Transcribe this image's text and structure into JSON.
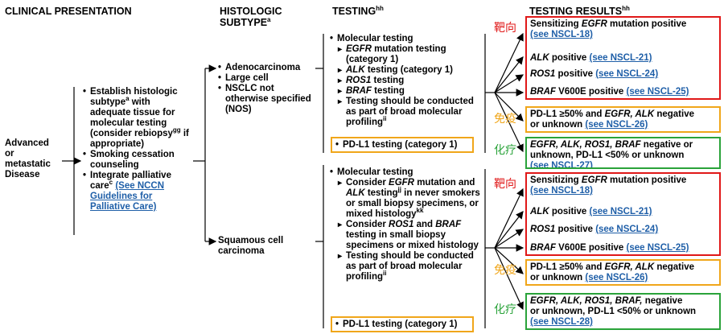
{
  "headers": {
    "clinical": "CLINICAL PRESENTATION",
    "histologic": "HISTOLOGIC SUBTYPE",
    "histologic_sup": "a",
    "testing": "TESTING",
    "testing_sup": "hh",
    "results": "TESTING RESULTS",
    "results_sup": "hh"
  },
  "presentation": {
    "line1": "Advanced",
    "line2": "or",
    "line3": "metastatic",
    "line4": "Disease"
  },
  "workup": {
    "item1_a": "Establish histologic subtype",
    "item1_sup": "a",
    "item1_b": " with adequate tissue for molecular testing (consider rebiopsy",
    "item1_sup2": "gg",
    "item1_c": " if appropriate)",
    "item2": "Smoking cessation counseling",
    "item3_a": "Integrate palliative care",
    "item3_sup": "c",
    "item3_link": "(See NCCN Guidelines for Palliative Care)"
  },
  "subtypes": {
    "nonsq_1": "Adenocarcinoma",
    "nonsq_2": "Large cell",
    "nonsq_3": "NSCLC not otherwise specified (NOS)",
    "squamous": "Squamous cell carcinoma"
  },
  "testing_top": {
    "molecular": "Molecular testing",
    "egfr": "EGFR",
    "egfr_rest": " mutation testing (category 1)",
    "alk": "ALK",
    "alk_rest": " testing (category 1)",
    "ros1": "ROS1",
    "ros1_rest": " testing",
    "braf": "BRAF",
    "braf_rest": " testing",
    "profiling": "Testing should be conducted as part of broad molecular profiling",
    "profiling_sup": "ii",
    "pdl1": "PD-L1 testing (category 1)"
  },
  "testing_bottom": {
    "molecular": "Molecular testing",
    "c1_a": "Consider ",
    "c1_egfr": "EGFR",
    "c1_b": " mutation and ",
    "c1_alk": "ALK",
    "c1_c": " testing",
    "c1_sup": "jj",
    "c1_d": " in never smokers or small biopsy specimens, or mixed histology",
    "c1_sup2": "kk",
    "c2_a": "Consider ",
    "c2_ros1": "ROS1",
    "c2_b": " and ",
    "c2_braf": "BRAF",
    "c2_c": " testing in small biopsy specimens or mixed histology",
    "profiling": "Testing should be conducted as part of broad molecular profiling",
    "profiling_sup": "ii",
    "pdl1": "PD-L1 testing (category 1)"
  },
  "labels": {
    "targeted": "靶向",
    "immuno": "免疫",
    "chemo": "化疗"
  },
  "results_top": {
    "egfr_a": "Sensitizing ",
    "egfr_b": "EGFR",
    "egfr_c": " mutation positive",
    "egfr_link": "(see NSCL-18)",
    "alk_a": "ALK",
    "alk_b": " positive ",
    "alk_link": "(see NSCL-21)",
    "ros1_a": "ROS1",
    "ros1_b": " positive ",
    "ros1_link": "(see NSCL-24)",
    "braf_a": "BRAF",
    "braf_b": " V600E positive ",
    "braf_link": "(see NSCL-25)",
    "pdl1_a": "PD-L1 ≥50% and ",
    "pdl1_b": "EGFR, ALK",
    "pdl1_c": " negative",
    "pdl1_d": "or unknown ",
    "pdl1_link": "(see NSCL-26)",
    "neg_a": "EGFR, ALK, ROS1, BRAF",
    "neg_b": " negative or",
    "neg_c": "unknown, PD-L1 <50% or unknown",
    "neg_link": "(see NSCL-27)"
  },
  "results_bottom": {
    "egfr_a": "Sensitizing ",
    "egfr_b": "EGFR",
    "egfr_c": " mutation positive",
    "egfr_link": "(see NSCL-18)",
    "alk_a": "ALK",
    "alk_b": " positive ",
    "alk_link": "(see NSCL-21)",
    "ros1_a": "ROS1",
    "ros1_b": " positive ",
    "ros1_link": "(see NSCL-24)",
    "braf_a": "BRAF",
    "braf_b": " V600E positive ",
    "braf_link": "(see NSCL-25)",
    "pdl1_a": "PD-L1 ≥50% and ",
    "pdl1_b": "EGFR, ALK",
    "pdl1_c": " negative",
    "pdl1_d": "or unknown ",
    "pdl1_link": "(see NSCL-26)",
    "neg_a": "EGFR, ALK, ROS1, BRAF,",
    "neg_b": " negative",
    "neg_c": "or unknown, PD-L1 <50% or unknown",
    "neg_link": "(see NSCL-28)"
  },
  "colors": {
    "red": "#e01818",
    "orange": "#f0a61a",
    "green": "#2aa33a",
    "link": "#1f5fa8"
  }
}
